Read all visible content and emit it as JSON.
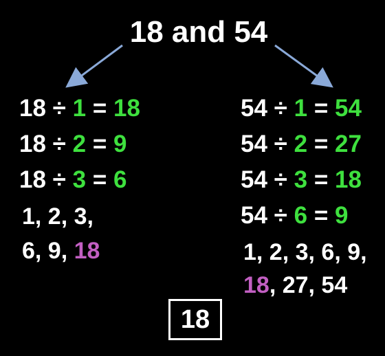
{
  "title": "18 and 54",
  "arrow_color": "#8aa9d8",
  "colors": {
    "quotient_green": "#3ee03e",
    "gcf_purple": "#c25fc2",
    "text_white": "#ffffff"
  },
  "left": {
    "equations": [
      {
        "dividend": "18",
        "op": "÷",
        "divisor": "1",
        "eq": "=",
        "quotient": "18"
      },
      {
        "dividend": "18",
        "op": "÷",
        "divisor": "2",
        "eq": "=",
        "quotient": "9"
      },
      {
        "dividend": "18",
        "op": "÷",
        "divisor": "3",
        "eq": "=",
        "quotient": "6"
      }
    ],
    "factors_line1": "1, 2, 3,",
    "factors_line2_prefix": "6, 9,",
    "factors_line2_highlight": "18"
  },
  "right": {
    "equations": [
      {
        "dividend": "54",
        "op": "÷",
        "divisor": "1",
        "eq": "=",
        "quotient": "54"
      },
      {
        "dividend": "54",
        "op": "÷",
        "divisor": "2",
        "eq": "=",
        "quotient": "27"
      },
      {
        "dividend": "54",
        "op": "÷",
        "divisor": "3",
        "eq": "=",
        "quotient": "18"
      },
      {
        "dividend": "54",
        "op": "÷",
        "divisor": "6",
        "eq": "=",
        "quotient": "9"
      }
    ],
    "factors_line1": "1, 2, 3, 6, 9,",
    "factors_line2_highlight": "18",
    "factors_line2_suffix": ", 27, 54"
  },
  "answer": "18"
}
